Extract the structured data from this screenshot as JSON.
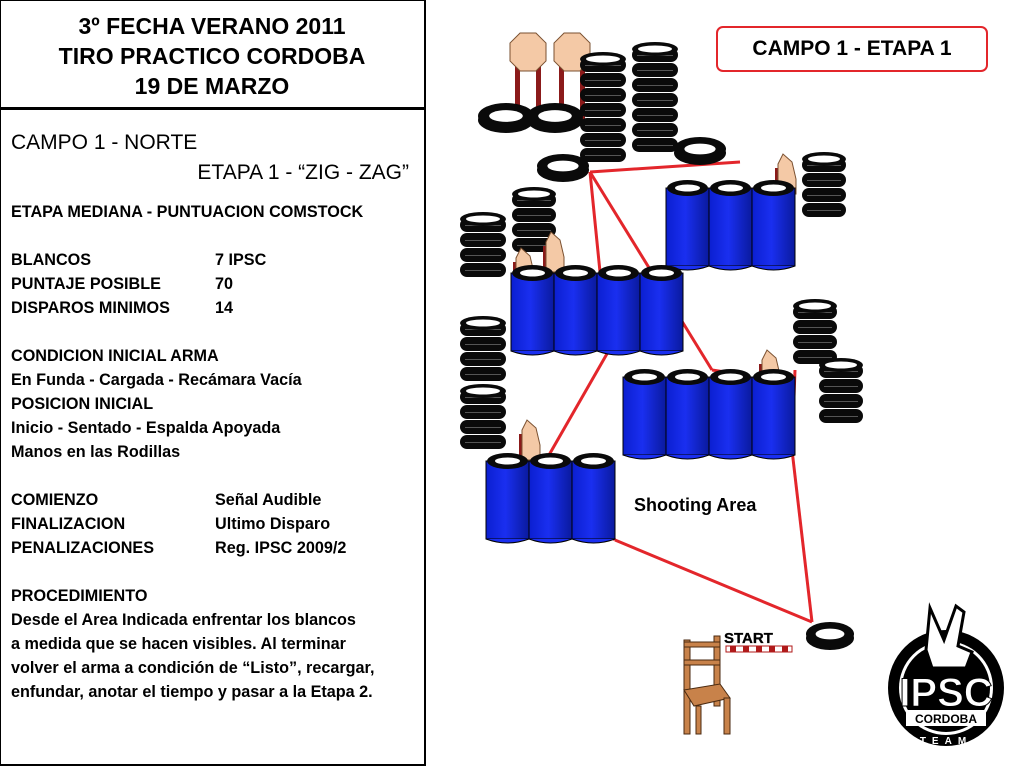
{
  "header": {
    "title_lines": [
      "3º FECHA VERANO 2011",
      "TIRO PRACTICO CORDOBA",
      "19 DE MARZO"
    ]
  },
  "info": {
    "campo": "CAMPO 1 - NORTE",
    "etapa": "ETAPA 1 - “ZIG - ZAG”",
    "tipo": "ETAPA MEDIANA - PUNTUACION COMSTOCK",
    "stats": [
      {
        "label": "BLANCOS",
        "value": "7 IPSC"
      },
      {
        "label": "PUNTAJE POSIBLE",
        "value": "70"
      },
      {
        "label": "DISPAROS MINIMOS",
        "value": "14"
      }
    ],
    "condicion_titulo": "CONDICION INICIAL ARMA",
    "condicion": "En Funda - Cargada - Recámara Vacía",
    "posicion_titulo": "POSICION INICIAL",
    "posicion_1": "Inicio - Sentado - Espalda Apoyada",
    "posicion_2": "Manos en las Rodillas",
    "rules": [
      {
        "label": "COMIENZO",
        "value": "Señal Audible"
      },
      {
        "label": "FINALIZACION",
        "value": "Ultimo Disparo"
      },
      {
        "label": "PENALIZACIONES",
        "value": "Reg. IPSC 2009/2"
      }
    ],
    "procedimiento_titulo": "PROCEDIMIENTO",
    "procedimiento": [
      "Desde el Area Indicada enfrentar los blancos",
      "a medida que se hacen visibles. Al terminar",
      "volver el arma a condición de “Listo”, recargar,",
      "enfundar, anotar el tiempo y pasar a la Etapa 2."
    ]
  },
  "diagram": {
    "stage_label": "CAMPO 1 - ETAPA 1",
    "shooting_area_label": "Shooting Area",
    "start_label": "START",
    "logo": {
      "big": "IPSC",
      "band": "CORDOBA",
      "ring": "TEAM"
    },
    "colors": {
      "barrel": "#1a2ff0",
      "fault_line": "#e3262b",
      "target": "#f4c9a6",
      "stake": "#8b1a1a",
      "tire": "#0a0a0a"
    }
  }
}
